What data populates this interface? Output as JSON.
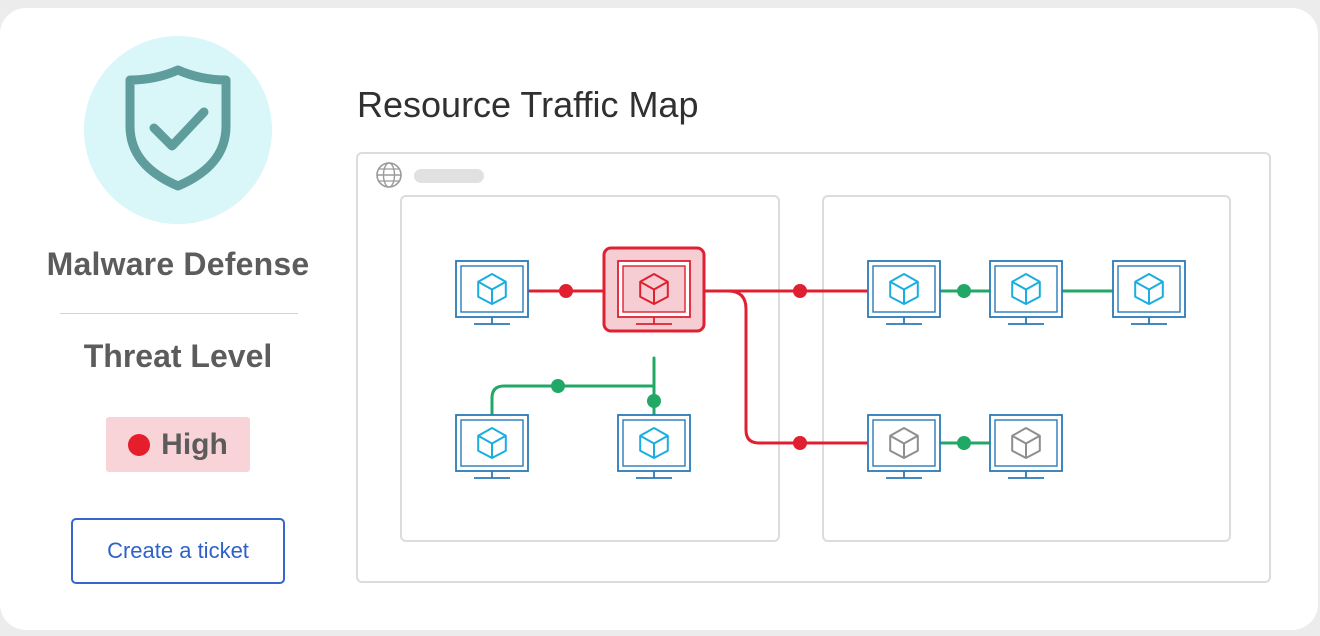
{
  "product": {
    "name": "Malware Defense",
    "icon": "shield-check-icon"
  },
  "threat": {
    "label": "Threat Level",
    "level": "High",
    "color": "#e61d2b"
  },
  "actions": {
    "create_ticket": "Create a ticket"
  },
  "map": {
    "title": "Resource Traffic Map",
    "zone_count_left": 4,
    "zone_count_right": 5,
    "nodes": [
      {
        "id": "n1",
        "zone": "left",
        "status": "normal"
      },
      {
        "id": "n2",
        "zone": "left",
        "status": "infected"
      },
      {
        "id": "n3",
        "zone": "left",
        "status": "normal"
      },
      {
        "id": "n4",
        "zone": "left",
        "status": "normal"
      },
      {
        "id": "n5",
        "zone": "right",
        "status": "normal"
      },
      {
        "id": "n6",
        "zone": "right",
        "status": "normal"
      },
      {
        "id": "n7",
        "zone": "right",
        "status": "normal"
      },
      {
        "id": "n8",
        "zone": "right",
        "status": "inactive"
      },
      {
        "id": "n9",
        "zone": "right",
        "status": "inactive"
      }
    ],
    "links": [
      {
        "from": "n1",
        "to": "n2",
        "status": "threat"
      },
      {
        "from": "n2",
        "to": "n5",
        "status": "threat"
      },
      {
        "from": "n2",
        "to": "n8",
        "status": "threat"
      },
      {
        "from": "n5",
        "to": "n6",
        "status": "safe"
      },
      {
        "from": "n6",
        "to": "n7",
        "status": "safe"
      },
      {
        "from": "n8",
        "to": "n9",
        "status": "safe"
      },
      {
        "from": "n3",
        "to": "n4",
        "status": "safe"
      }
    ]
  },
  "colors": {
    "threat": "#e02030",
    "safe": "#21a866",
    "node": "#2a7ab8",
    "node_inner": "#19aee0",
    "inactive": "#8e8e8e",
    "shield": "#5f9c9c"
  }
}
